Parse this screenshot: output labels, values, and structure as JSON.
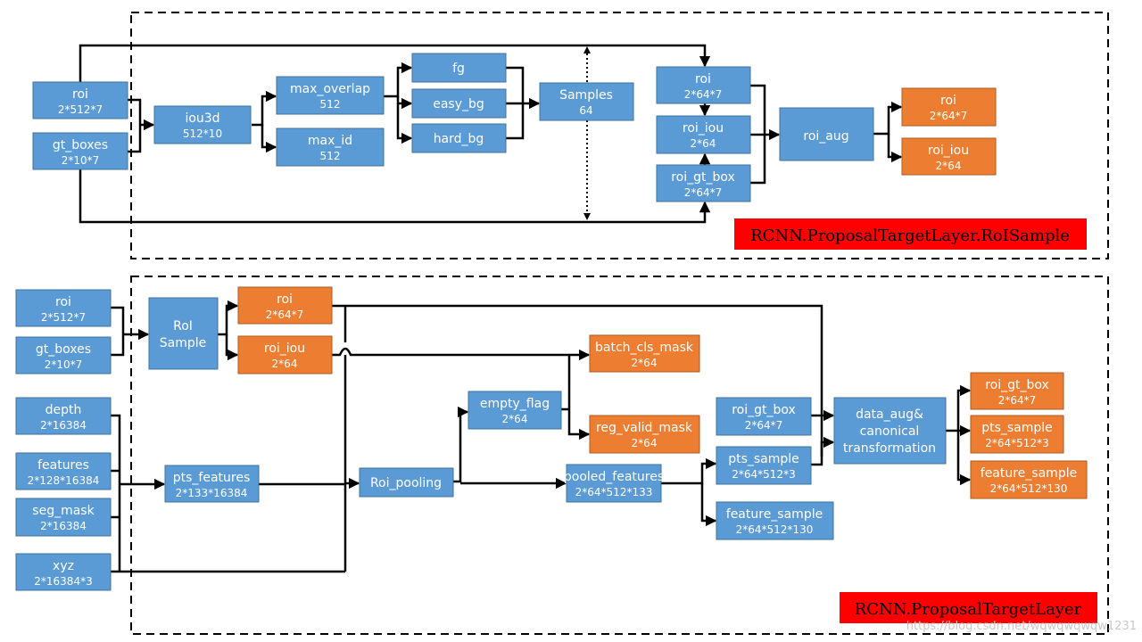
{
  "colors": {
    "background": "#ffffff",
    "blue_node": "#5b9bd5",
    "orange_node": "#ed7d31",
    "label_red": "#ff0000"
  },
  "top": {
    "roi": {
      "name": "roi",
      "shape": "2*512*7"
    },
    "gt_boxes": {
      "name": "gt_boxes",
      "shape": "2*10*7"
    },
    "iou3d": {
      "name": "iou3d",
      "shape": "512*10"
    },
    "max_overlap": {
      "name": "max_overlap",
      "shape": "512"
    },
    "max_id": {
      "name": "max_id",
      "shape": "512"
    },
    "fg": {
      "name": "fg"
    },
    "easy_bg": {
      "name": "easy_bg"
    },
    "hard_bg": {
      "name": "hard_bg"
    },
    "samples": {
      "name": "Samples",
      "shape": "64"
    },
    "roi_s": {
      "name": "roi",
      "shape": "2*64*7"
    },
    "roi_iou_s": {
      "name": "roi_iou",
      "shape": "2*64"
    },
    "roi_gt_box_s": {
      "name": "roi_gt_box",
      "shape": "2*64*7"
    },
    "roi_aug": {
      "name": "roi_aug"
    },
    "out_roi": {
      "name": "roi",
      "shape": "2*64*7"
    },
    "out_roi_iou": {
      "name": "roi_iou",
      "shape": "2*64"
    },
    "section_label": "RCNN.ProposalTargetLayer.RoISample"
  },
  "bottom": {
    "roi": {
      "name": "roi",
      "shape": "2*512*7"
    },
    "gt_boxes": {
      "name": "gt_boxes",
      "shape": "2*10*7"
    },
    "roi_sample": {
      "line1": "RoI",
      "line2": "Sample"
    },
    "roi_o": {
      "name": "roi",
      "shape": "2*64*7"
    },
    "roi_iou_o": {
      "name": "roi_iou",
      "shape": "2*64"
    },
    "depth": {
      "name": "depth",
      "shape": "2*16384"
    },
    "features": {
      "name": "features",
      "shape": "2*128*16384"
    },
    "seg_mask": {
      "name": "seg_mask",
      "shape": "2*16384"
    },
    "xyz": {
      "name": "xyz",
      "shape": "2*16384*3"
    },
    "pts_features": {
      "name": "pts_features",
      "shape": "2*133*16384"
    },
    "roi_pooling": {
      "name": "Roi_pooling"
    },
    "empty_flag": {
      "name": "empty_flag",
      "shape": "2*64"
    },
    "batch_cls_mask": {
      "name": "batch_cls_mask",
      "shape": "2*64"
    },
    "reg_valid_mask": {
      "name": "reg_valid_mask",
      "shape": "2*64"
    },
    "pooled_features": {
      "name": "pooled_features",
      "shape": "2*64*512*133"
    },
    "roi_gt_box": {
      "name": "roi_gt_box",
      "shape": "2*64*7"
    },
    "pts_sample": {
      "name": "pts_sample",
      "shape": "2*64*512*3"
    },
    "feature_sample": {
      "name": "feature_sample",
      "shape": "2*64*512*130"
    },
    "data_aug": {
      "line1": "data_aug&",
      "line2": "canonical",
      "line3": "transformation"
    },
    "out_roi_gt_box": {
      "name": "roi_gt_box",
      "shape": "2*64*7"
    },
    "out_pts_sample": {
      "name": "pts_sample",
      "shape": "2*64*512*3"
    },
    "out_feature_sample": {
      "name": "feature_sample",
      "shape": "2*64*512*130"
    },
    "section_label": "RCNN.ProposalTargetLayer"
  },
  "watermark": "https://blog.csdn.net/wqwqwqwqw1231"
}
